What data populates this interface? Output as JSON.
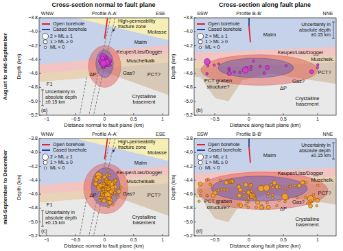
{
  "diagram": {
    "labels": [
      "Cross-section normal to fault plane",
      "Cross-section along fault plane",
      "August to mid-September",
      "mid-September to December",
      "(a)",
      "WNW",
      "Profile A-A'",
      "ESE",
      "Depth (km)",
      "−3.8",
      "−4.0",
      "−4.2",
      "−4.4",
      "−4.6",
      "−4.8",
      "−5.0",
      "−5.2",
      "−1",
      "−0.5",
      "0",
      "0.5",
      "1",
      "Distance normal to fault plane (km)",
      "Molasse",
      "Malm",
      "Keuper/Lias/Dogger",
      "Muschelkalk",
      "PCT?",
      "Crystalline basement",
      "F1",
      "Gas?",
      "ΔP",
      "High-permeability fracture zone",
      "Uncertainty in absolute depth ±0.15 km",
      "(b)",
      "SSW",
      "Profile B-B'",
      "NNE",
      "Depth (km)",
      "−3.8",
      "−4.0",
      "−4.2",
      "−4.4",
      "−4.6",
      "−4.8",
      "−5.0",
      "−5.2",
      "−0.5",
      "0",
      "0.5",
      "1",
      "Distance along fault plane (km)",
      "Malm",
      "Keuper/Lias/Dogger",
      "Muschelk.",
      "PCT?",
      "PCT graben structure?",
      "Crystalline basement",
      "Gas?",
      "ΔP",
      "Uncertainty in absolute depth ±0.15 km",
      "(c)",
      "WNW",
      "Profile A-A'",
      "ESE",
      "Depth (km)",
      "−3.8",
      "−4.0",
      "−4.2",
      "−4.4",
      "−4.6",
      "−4.8",
      "−5.0",
      "−5.2",
      "−1",
      "−0.5",
      "0",
      "0.5",
      "1",
      "Distance normal to fault plane (km)",
      "Molasse",
      "Malm",
      "Keuper/Lias/Dogger",
      "Muschelkalk",
      "PCT?",
      "Crystalline basement",
      "F1",
      "Gas?",
      "ΔP",
      "High-permeability fracture zone",
      "Uncertainty in absolute depth ±0.15 km",
      "(d)",
      "SSW",
      "Profile B-B'",
      "NNE",
      "Depth (km)",
      "−3.8",
      "−4.0",
      "−4.2",
      "−4.4",
      "−4.6",
      "−4.8",
      "−5.0",
      "−5.2",
      "−0.5",
      "0",
      "0.5",
      "1",
      "Distance along fault plane (km)",
      "Malm",
      "Keuper/Lias/Dogger",
      "Muschelk.",
      "PCT?",
      "PCT graben structure?",
      "Crystalline basement",
      "Gas?",
      "ΔP",
      "Uncertainty in absolute depth ±0.15 km"
    ],
    "legend": [
      {
        "text": "Open borehole"
      },
      {
        "text": "Cased borehole"
      },
      {
        "text": "2 > ML ≥ 1"
      },
      {
        "text": "1 > ML ≥ 0"
      },
      {
        "text": "ML < 0"
      },
      {
        "text": "Open borehole"
      },
      {
        "text": "Cased borehole"
      },
      {
        "text": "2 > ML ≥ 1"
      },
      {
        "text": "1 > ML ≥ 0"
      },
      {
        "text": "ML < 0"
      },
      {
        "text": "Open borehole"
      },
      {
        "text": "Cased borehole"
      },
      {
        "text": "2 > ML ≥ 1"
      },
      {
        "text": "1 > ML ≥ 0"
      },
      {
        "text": "ML < 0"
      },
      {
        "text": "Open borehole"
      },
      {
        "text": "Cased borehole"
      },
      {
        "text": "2 > ML ≥ 1"
      },
      {
        "text": "1 > ML ≥ 0"
      },
      {
        "text": "ML < 0"
      }
    ]
  }
}
